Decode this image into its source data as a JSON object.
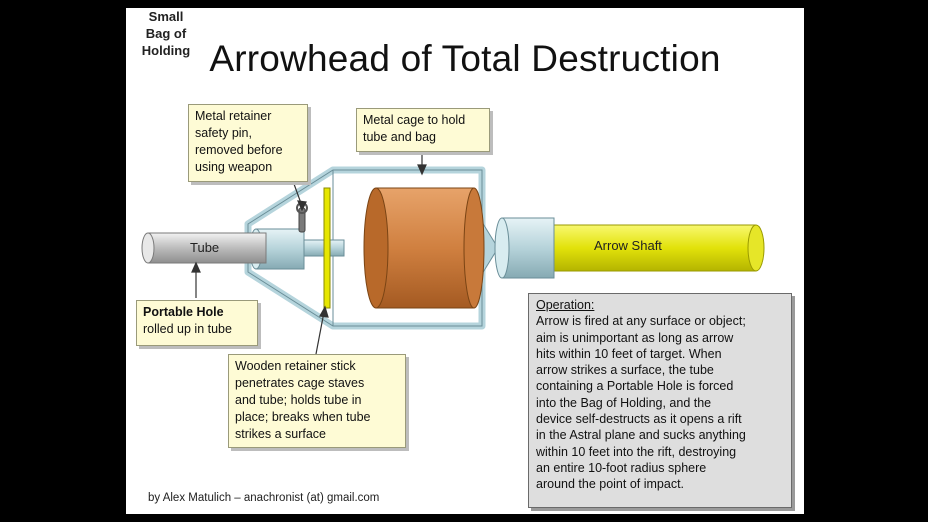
{
  "title": "Arrowhead of Total Destruction",
  "labels": {
    "tube": "Tube",
    "arrow_shaft": "Arrow Shaft",
    "bag": [
      "Small",
      "Bag of",
      "Holding"
    ]
  },
  "callouts": {
    "safety_pin": [
      "Metal retainer",
      "safety pin,",
      "removed before",
      "using weapon"
    ],
    "cage": [
      "Metal cage to hold",
      "tube and bag"
    ],
    "portable_hole": {
      "bold": "Portable Hole",
      "rest": "rolled up in tube"
    },
    "stick": [
      "Wooden retainer stick",
      "penetrates cage staves",
      "and tube; holds tube in",
      "place; breaks when tube",
      "strikes a surface"
    ]
  },
  "operation": {
    "heading": "Operation:",
    "lines": [
      "Arrow is fired at any surface or object;",
      "aim is unimportant as long as arrow",
      "hits within 10 feet of target. When",
      "arrow strikes a surface, the tube",
      "containing a Portable Hole is forced",
      "into the Bag of Holding, and the",
      "device self-destructs as it opens a rift",
      "in the Astral plane and sucks anything",
      "within 10 feet into the rift, destroying",
      "an entire 10-foot radius sphere",
      "around the point of impact."
    ]
  },
  "credit": "by Alex Matulich – anachronist (at) gmail.com"
}
